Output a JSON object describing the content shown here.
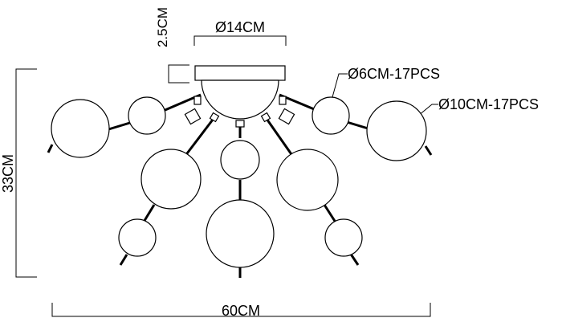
{
  "diagram": {
    "dimensions": {
      "base_diameter": "Ø14CM",
      "base_height": "2.5CM",
      "small_globe": "Ø6CM-17PCS",
      "large_globe": "Ø10CM-17PCS",
      "total_height": "33CM",
      "total_width": "60CM"
    }
  }
}
